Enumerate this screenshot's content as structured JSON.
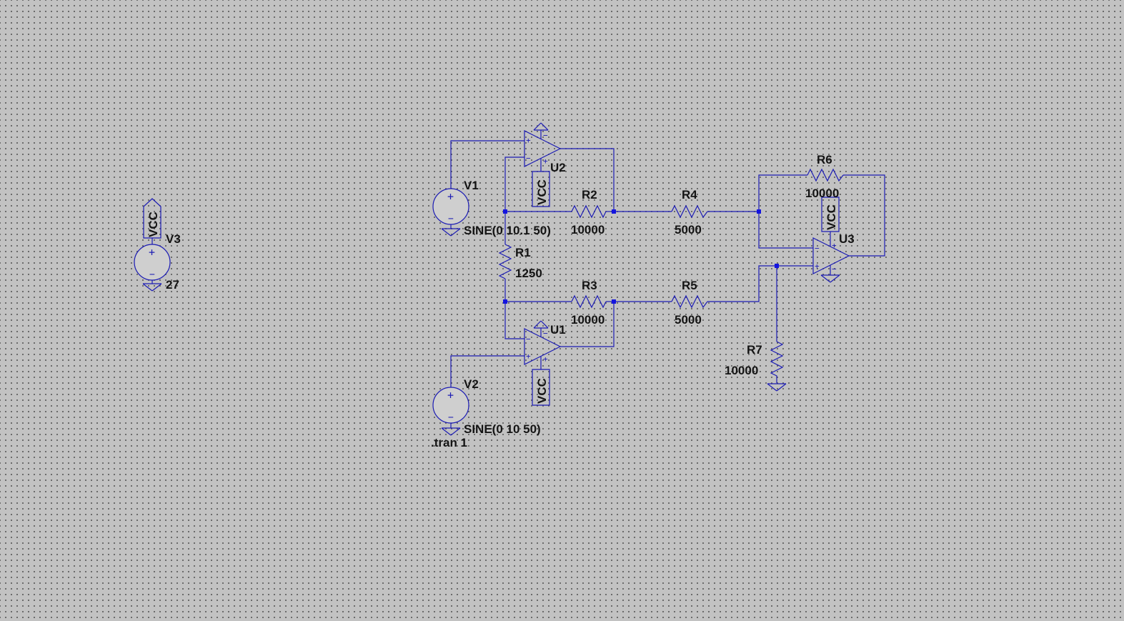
{
  "components": {
    "V1": {
      "ref": "V1",
      "value": "SINE(0 10.1 50)"
    },
    "V2": {
      "ref": "V2",
      "value": "SINE(0 10 50)"
    },
    "V3": {
      "ref": "V3",
      "value": "27"
    },
    "U1": {
      "ref": "U1"
    },
    "U2": {
      "ref": "U2"
    },
    "U3": {
      "ref": "U3"
    },
    "R1": {
      "ref": "R1",
      "value": "1250"
    },
    "R2": {
      "ref": "R2",
      "value": "10000"
    },
    "R3": {
      "ref": "R3",
      "value": "10000"
    },
    "R4": {
      "ref": "R4",
      "value": "5000"
    },
    "R5": {
      "ref": "R5",
      "value": "5000"
    },
    "R6": {
      "ref": "R6",
      "value": "10000"
    },
    "R7": {
      "ref": "R7",
      "value": "10000"
    }
  },
  "net_label": "VCC",
  "directive": ".tran 1",
  "pin_symbols": {
    "plus": "+",
    "minus": "−"
  },
  "colors": {
    "wire": "#1c1cb4",
    "junction": "#1414e0",
    "background": "#c2c2c2",
    "text": "#141414"
  }
}
